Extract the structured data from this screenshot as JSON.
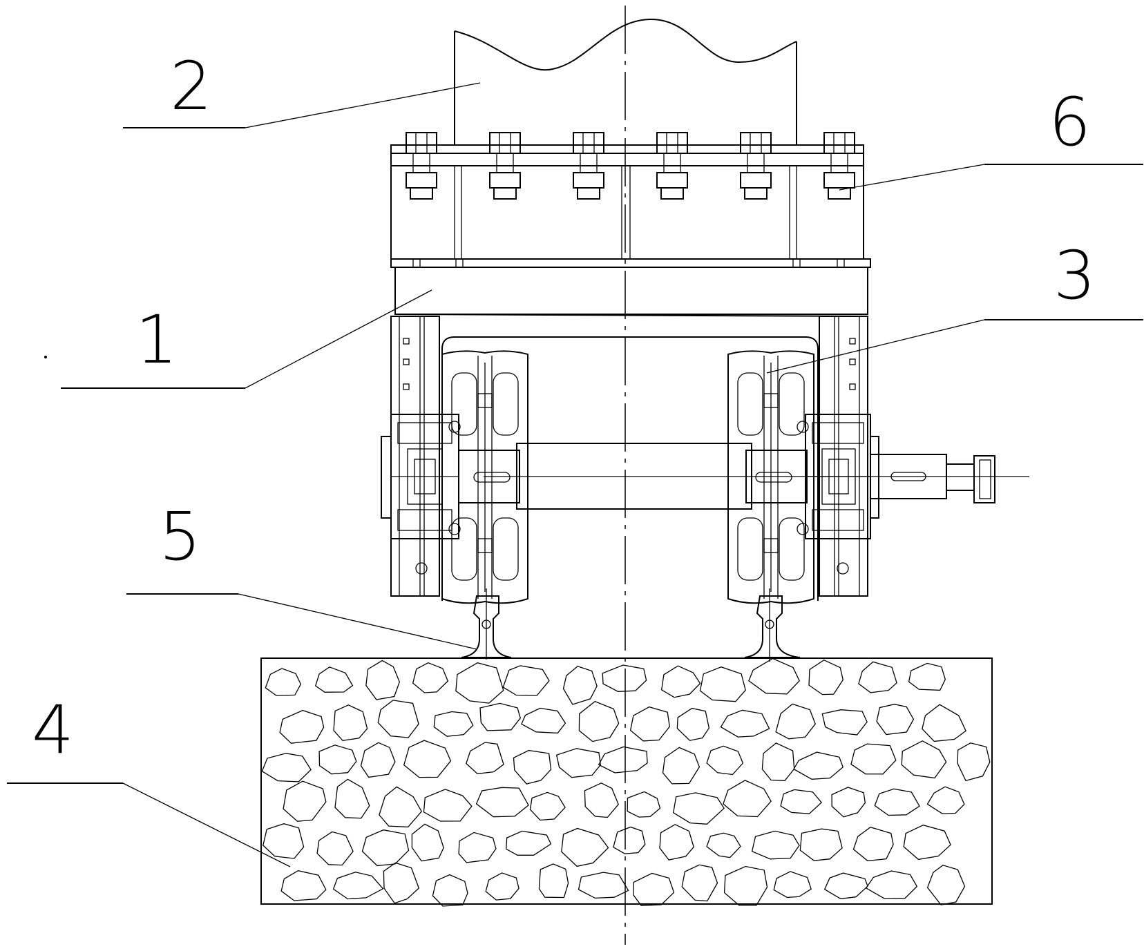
{
  "figure": {
    "labels": [
      {
        "id": "part-1",
        "text": "1"
      },
      {
        "id": "part-2",
        "text": "2"
      },
      {
        "id": "part-3",
        "text": "3"
      },
      {
        "id": "part-4",
        "text": "4"
      },
      {
        "id": "part-5",
        "text": "5"
      },
      {
        "id": "part-6",
        "text": "6"
      }
    ],
    "bolt_count": 6,
    "colors": {
      "line": "#000000",
      "background": "#ffffff"
    }
  }
}
